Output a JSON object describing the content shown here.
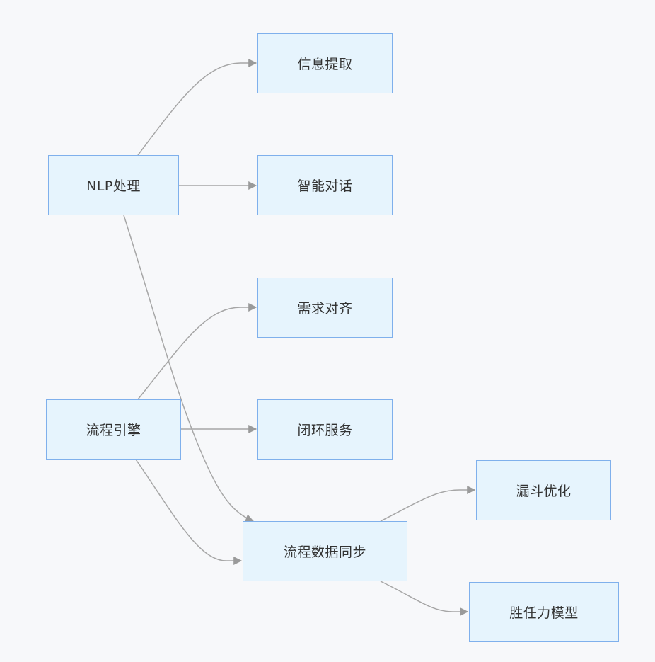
{
  "nodes": {
    "nlp": {
      "label": "NLP处理"
    },
    "flow": {
      "label": "流程引擎"
    },
    "info": {
      "label": "信息提取"
    },
    "chat": {
      "label": "智能对话"
    },
    "align": {
      "label": "需求对齐"
    },
    "close": {
      "label": "闭环服务"
    },
    "sync": {
      "label": "流程数据同步"
    },
    "funnel": {
      "label": "漏斗优化"
    },
    "win": {
      "label": "胜任力模型"
    }
  },
  "edges": [
    {
      "from": "NLP处理",
      "to": "信息提取"
    },
    {
      "from": "NLP处理",
      "to": "智能对话"
    },
    {
      "from": "NLP处理",
      "to": "流程数据同步"
    },
    {
      "from": "流程引擎",
      "to": "需求对齐"
    },
    {
      "from": "流程引擎",
      "to": "闭环服务"
    },
    {
      "from": "流程引擎",
      "to": "流程数据同步"
    },
    {
      "from": "流程数据同步",
      "to": "漏斗优化"
    },
    {
      "from": "流程数据同步",
      "to": "胜任力模型"
    }
  ],
  "colors": {
    "background": "#f7f8fa",
    "node_fill": "#e6f4fd",
    "node_border": "#7fb0ec",
    "edge": "#9a9a9a",
    "text": "#333333"
  }
}
